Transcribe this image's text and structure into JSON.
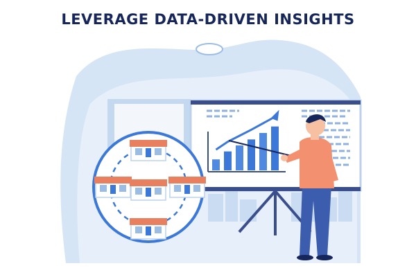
{
  "title": "LEVERAGE DATA-DRIVEN INSIGHTS",
  "colors": {
    "navy": "#16265a",
    "accent_blue": "#3c78d8",
    "light_blue": "#dbe8f7",
    "background_blob": "#cfe0f3",
    "orange": "#f2906f",
    "store_roof": "#e8805f"
  },
  "illustration": {
    "presentation_chart": {
      "bar_levels": [
        0.22,
        0.38,
        0.5,
        0.62,
        0.75,
        0.88
      ],
      "trend": "up"
    },
    "store_network": {
      "store_count": 5,
      "connection": "dashed-circle"
    },
    "presenter": {
      "action": "pointing-at-chart"
    }
  }
}
